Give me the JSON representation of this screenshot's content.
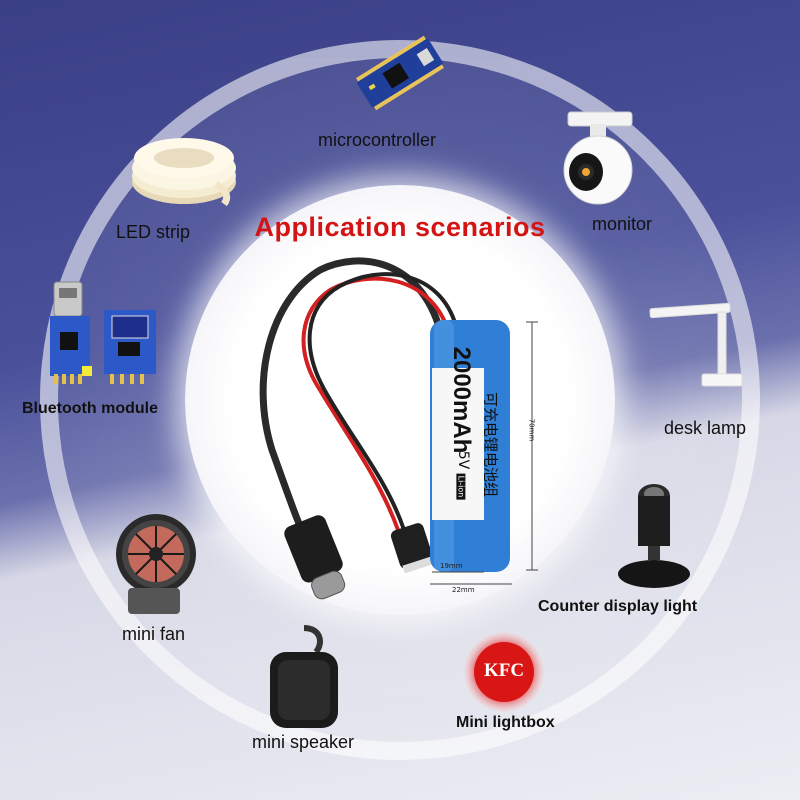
{
  "title": "Application scenarios",
  "labels": {
    "microcontroller": "microcontroller",
    "led_strip": "LED strip",
    "monitor": "monitor",
    "bluetooth": "Bluetooth module",
    "desk_lamp": "desk lamp",
    "mini_fan": "mini fan",
    "counter_light": "Counter display light",
    "mini_speaker": "mini speaker",
    "mini_lightbox": "Mini lightbox"
  },
  "battery": {
    "capacity": "2000mAh",
    "chinese": "可充电锂电池组",
    "voltage": "5V",
    "type": "Li-ion",
    "dim_length": "70mm",
    "dim_19": "19mm",
    "dim_22": "22mm"
  },
  "kfc": "KFC",
  "colors": {
    "title": "#d41414",
    "battery": "#2f7fd6",
    "background_top": "#3a3f86"
  }
}
